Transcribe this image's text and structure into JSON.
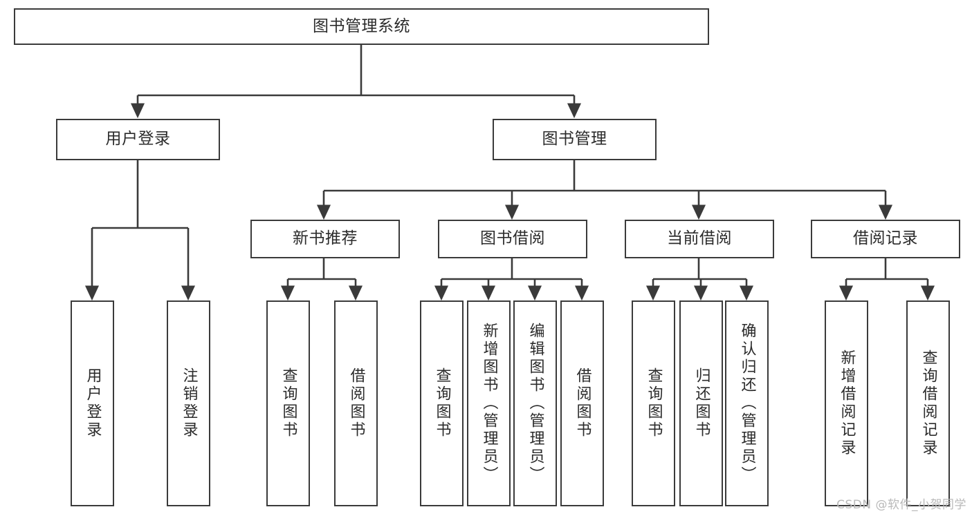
{
  "diagram": {
    "title": "图书管理系统",
    "type": "tree-hierarchy-chart",
    "watermark": "CSDN @软件_小贺同学",
    "colors": {
      "background": "#ffffff",
      "stroke": "#3a3a3a",
      "text": "#2b2b2b",
      "watermark": "#b9b9b9"
    },
    "nodes": {
      "root": "图书管理系统",
      "level1": {
        "user_login": "用户登录",
        "book_manage": "图书管理"
      },
      "level2": {
        "new_book_rec": "新书推荐",
        "book_borrow": "图书借阅",
        "current_borrow": "当前借阅",
        "borrow_record": "借阅记录"
      },
      "leaves": {
        "user_login_1": "用户登录",
        "user_login_2": "注销登录",
        "new_book_rec_1": "查询图书",
        "new_book_rec_2": "借阅图书",
        "book_borrow_1": "查询图书",
        "book_borrow_2": "新增图书（管理员）",
        "book_borrow_3": "编辑图书（管理员）",
        "book_borrow_4": "借阅图书",
        "current_borrow_1": "查询图书",
        "current_borrow_2": "归还图书",
        "current_borrow_3": "确认归还（管理员）",
        "borrow_record_1": "新增借阅记录",
        "borrow_record_2": "查询借阅记录"
      }
    }
  }
}
